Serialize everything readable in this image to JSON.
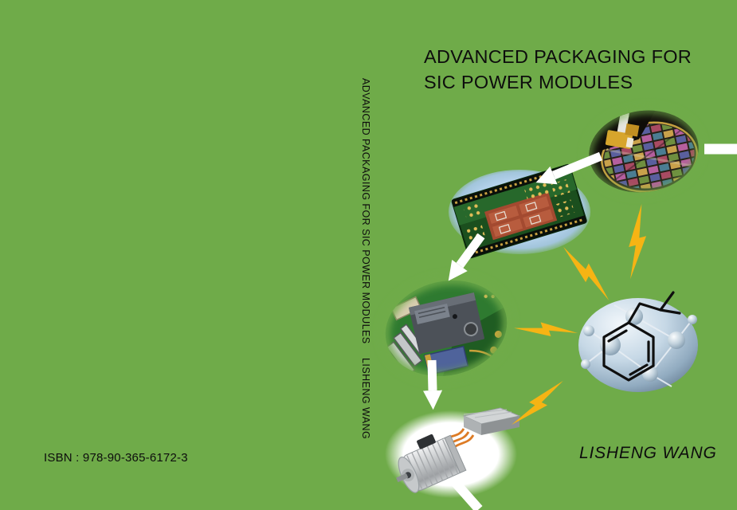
{
  "front": {
    "title_line1": "ADVANCED PACKAGING FOR",
    "title_line2": "SIC POWER MODULES",
    "author": "LISHENG WANG"
  },
  "spine": {
    "title": "ADVANCED PACKAGING FOR SIC POWER MODULES",
    "author": "LISHENG WANG"
  },
  "back": {
    "isbn": "ISBN : 978-90-365-6172-3"
  },
  "colors": {
    "background": "#6fab49",
    "text": "#0d0d0d",
    "lightning": "#f6b414",
    "arrow": "#ffffff"
  },
  "illustrations": [
    {
      "icon": "wafer-pick-and-place-photo"
    },
    {
      "icon": "dbc-substrate-photo"
    },
    {
      "icon": "power-module-pcb-photo"
    },
    {
      "icon": "molecule-photo"
    },
    {
      "icon": "motor-inverter-photo"
    }
  ]
}
